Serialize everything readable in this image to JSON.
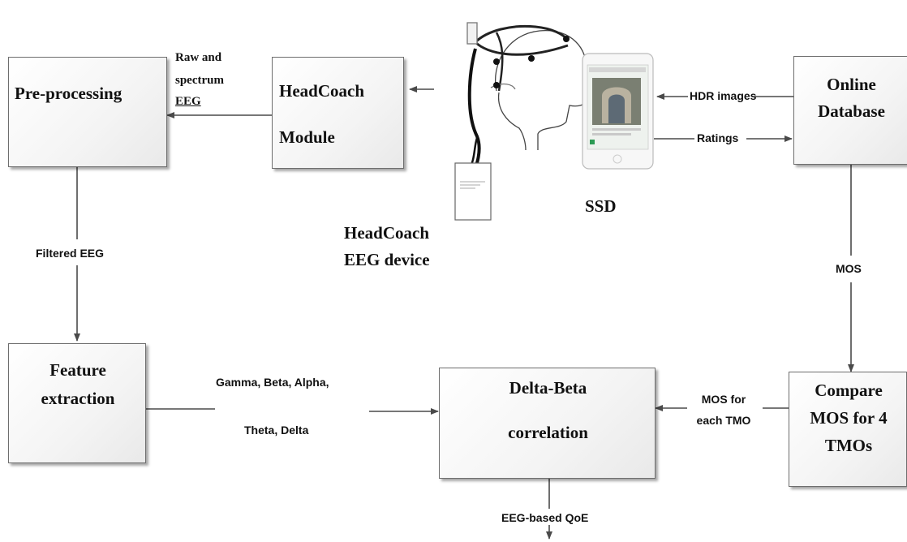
{
  "boxes": {
    "preprocessing": "Pre-processing",
    "headcoach_line1": "HeadCoach",
    "headcoach_line2": "Module",
    "online_line1": "Online",
    "online_line2": "Database",
    "feature_line1": "Feature",
    "feature_line2": "extraction",
    "deltabeta_line1": "Delta-Beta",
    "deltabeta_line2": "correlation",
    "compare_line1": "Compare",
    "compare_line2": "MOS for 4",
    "compare_line3": "TMOs"
  },
  "labels": {
    "raw_line1": "Raw and",
    "raw_line2": "spectrum",
    "raw_line3": "EEG",
    "hdr_images": "HDR images",
    "ratings": "Ratings",
    "ssd": "SSD",
    "device_line1": "HeadCoach",
    "device_line2": "EEG device",
    "filtered_eeg": "Filtered EEG",
    "mos": "MOS",
    "bands_line1": "Gamma, Beta, Alpha,",
    "bands_line2": "Theta, Delta",
    "mos_tmo_line1": "MOS for",
    "mos_tmo_line2": "each TMO",
    "qoe": "EEG-based QoE"
  },
  "colors": {
    "line": "#4a4a4a",
    "box_border": "#6e6e6e",
    "text": "#111111"
  }
}
